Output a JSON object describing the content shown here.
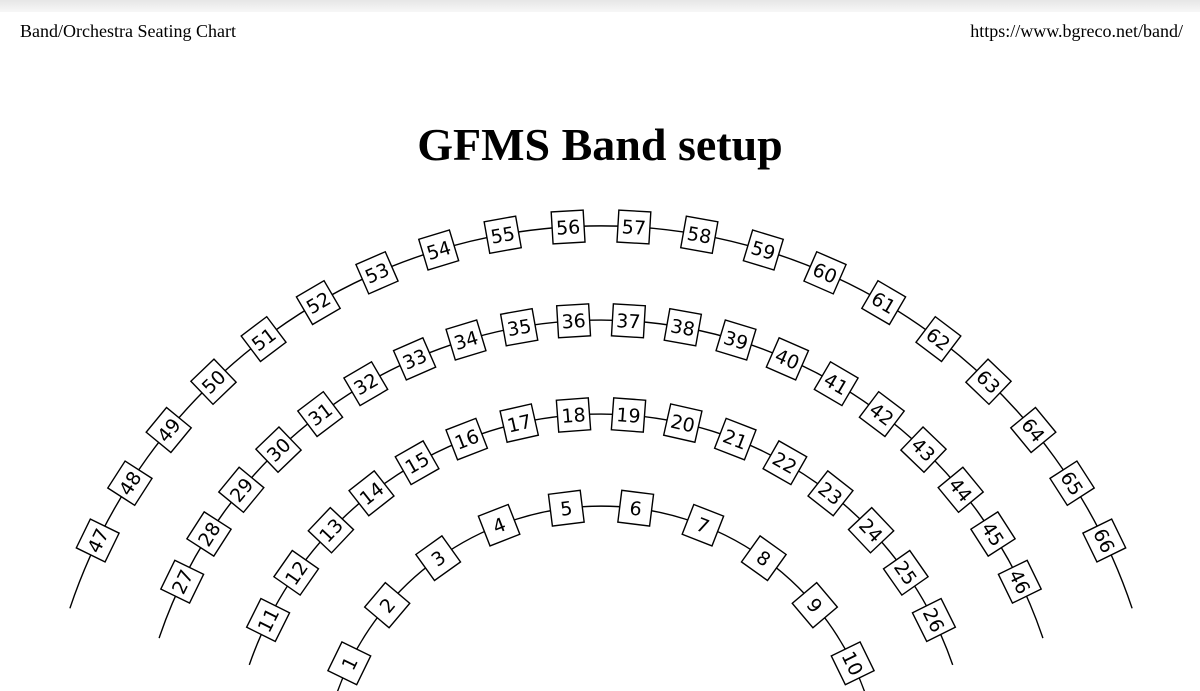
{
  "header": {
    "left_text": "Band/Orchestra Seating Chart",
    "right_text": "https://www.bgreco.net/band/"
  },
  "title": "GFMS Band setup",
  "rows": [
    {
      "seats": [
        "1",
        "2",
        "3",
        "4",
        "5",
        "6",
        "7",
        "8",
        "9",
        "10"
      ]
    },
    {
      "seats": [
        "11",
        "12",
        "13",
        "14",
        "15",
        "16",
        "17",
        "18",
        "19",
        "20",
        "21",
        "22",
        "23",
        "24",
        "25",
        "26"
      ]
    },
    {
      "seats": [
        "27",
        "28",
        "29",
        "30",
        "31",
        "32",
        "33",
        "34",
        "35",
        "36",
        "37",
        "38",
        "39",
        "40",
        "41",
        "42",
        "43",
        "44",
        "45",
        "46"
      ]
    },
    {
      "seats": [
        "47",
        "48",
        "49",
        "50",
        "51",
        "52",
        "53",
        "54",
        "55",
        "56",
        "57",
        "58",
        "59",
        "60",
        "61",
        "62",
        "63",
        "64",
        "65",
        "66"
      ]
    }
  ]
}
